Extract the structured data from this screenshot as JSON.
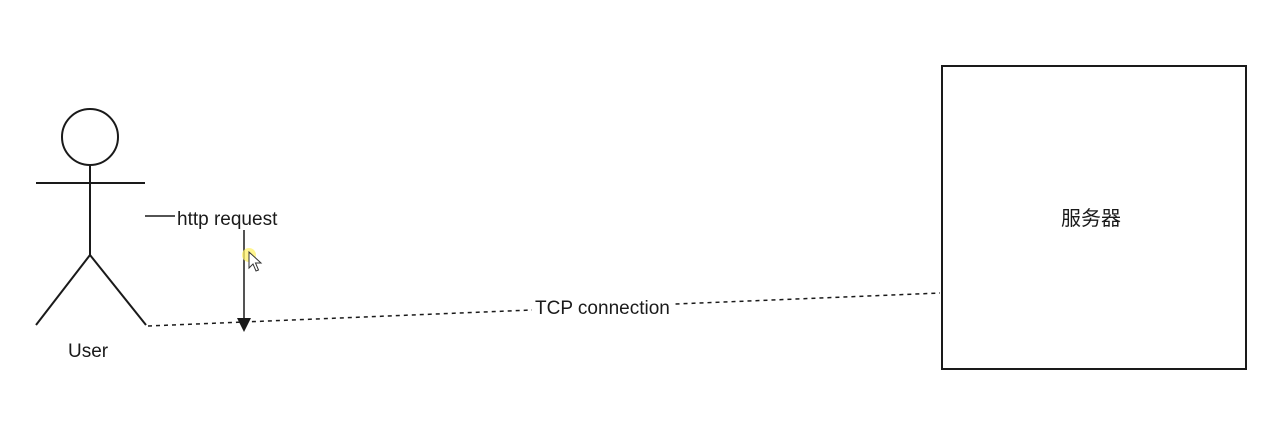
{
  "diagram": {
    "actor": {
      "label": "User"
    },
    "request": {
      "label": "http request"
    },
    "connection": {
      "label": "TCP connection",
      "style": "dashed"
    },
    "server": {
      "label": "服务器"
    }
  }
}
